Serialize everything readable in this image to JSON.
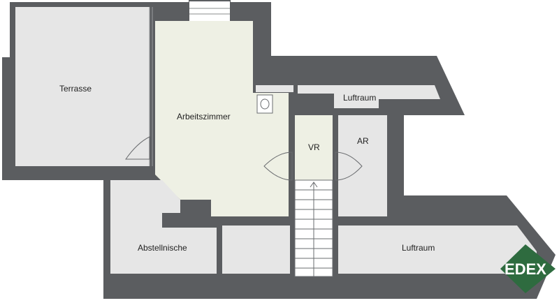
{
  "rooms": {
    "terrasse": "Terrasse",
    "arbeitszimmer": "Arbeitszimmer",
    "luftraum_top": "Luftraum",
    "vr": "VR",
    "ar": "AR",
    "abstellnische": "Abstellnische",
    "luftraum_bottom": "Luftraum"
  },
  "logo": {
    "text": "EDEX",
    "color": "#2e6b3f"
  },
  "colors": {
    "wall": "#5b5d60",
    "room": "#e6e6e6",
    "highlight_room": "#eef0e4"
  }
}
